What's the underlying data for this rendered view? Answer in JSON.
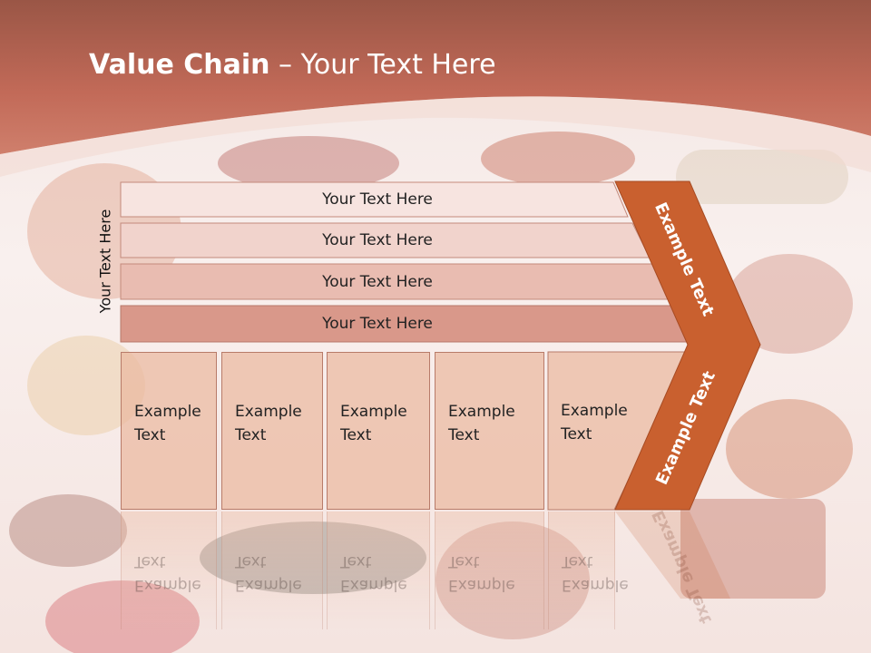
{
  "title": {
    "bold": "Value Chain",
    "rest": " – Your Text Here"
  },
  "side_label": "Your Text Here",
  "rows": [
    "Your Text Here",
    "Your Text Here",
    "Your Text Here",
    "Your Text Here"
  ],
  "columns": [
    {
      "line1": "Example",
      "line2": "Text"
    },
    {
      "line1": "Example",
      "line2": "Text"
    },
    {
      "line1": "Example",
      "line2": "Text"
    },
    {
      "line1": "Example",
      "line2": "Text"
    },
    {
      "line1": "Example",
      "line2": "Text"
    }
  ],
  "chevron_upper": "Example Text",
  "chevron_lower": "Example Text",
  "colors": {
    "header": "#c26a58",
    "row1": "#f7e4e0",
    "row2": "#f1d3cc",
    "row3": "#e9bcb1",
    "row4": "#d9988a",
    "chevron": "#c9602f",
    "column": "#eab8a0"
  }
}
